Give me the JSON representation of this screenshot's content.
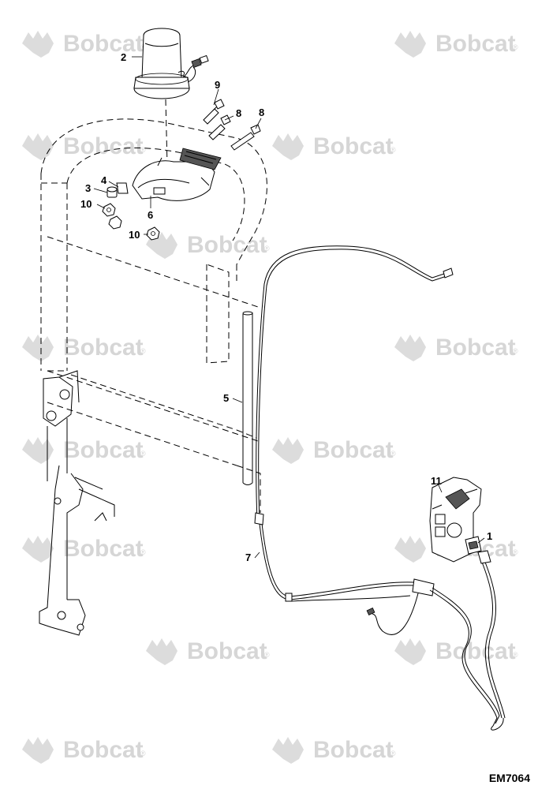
{
  "watermark": {
    "brand": "Bobcat",
    "mark": "®"
  },
  "reference_code": "EM7064",
  "callouts": [
    "1",
    "2",
    "3",
    "4",
    "5",
    "6",
    "7",
    "8",
    "8",
    "9",
    "10",
    "10",
    "11"
  ]
}
